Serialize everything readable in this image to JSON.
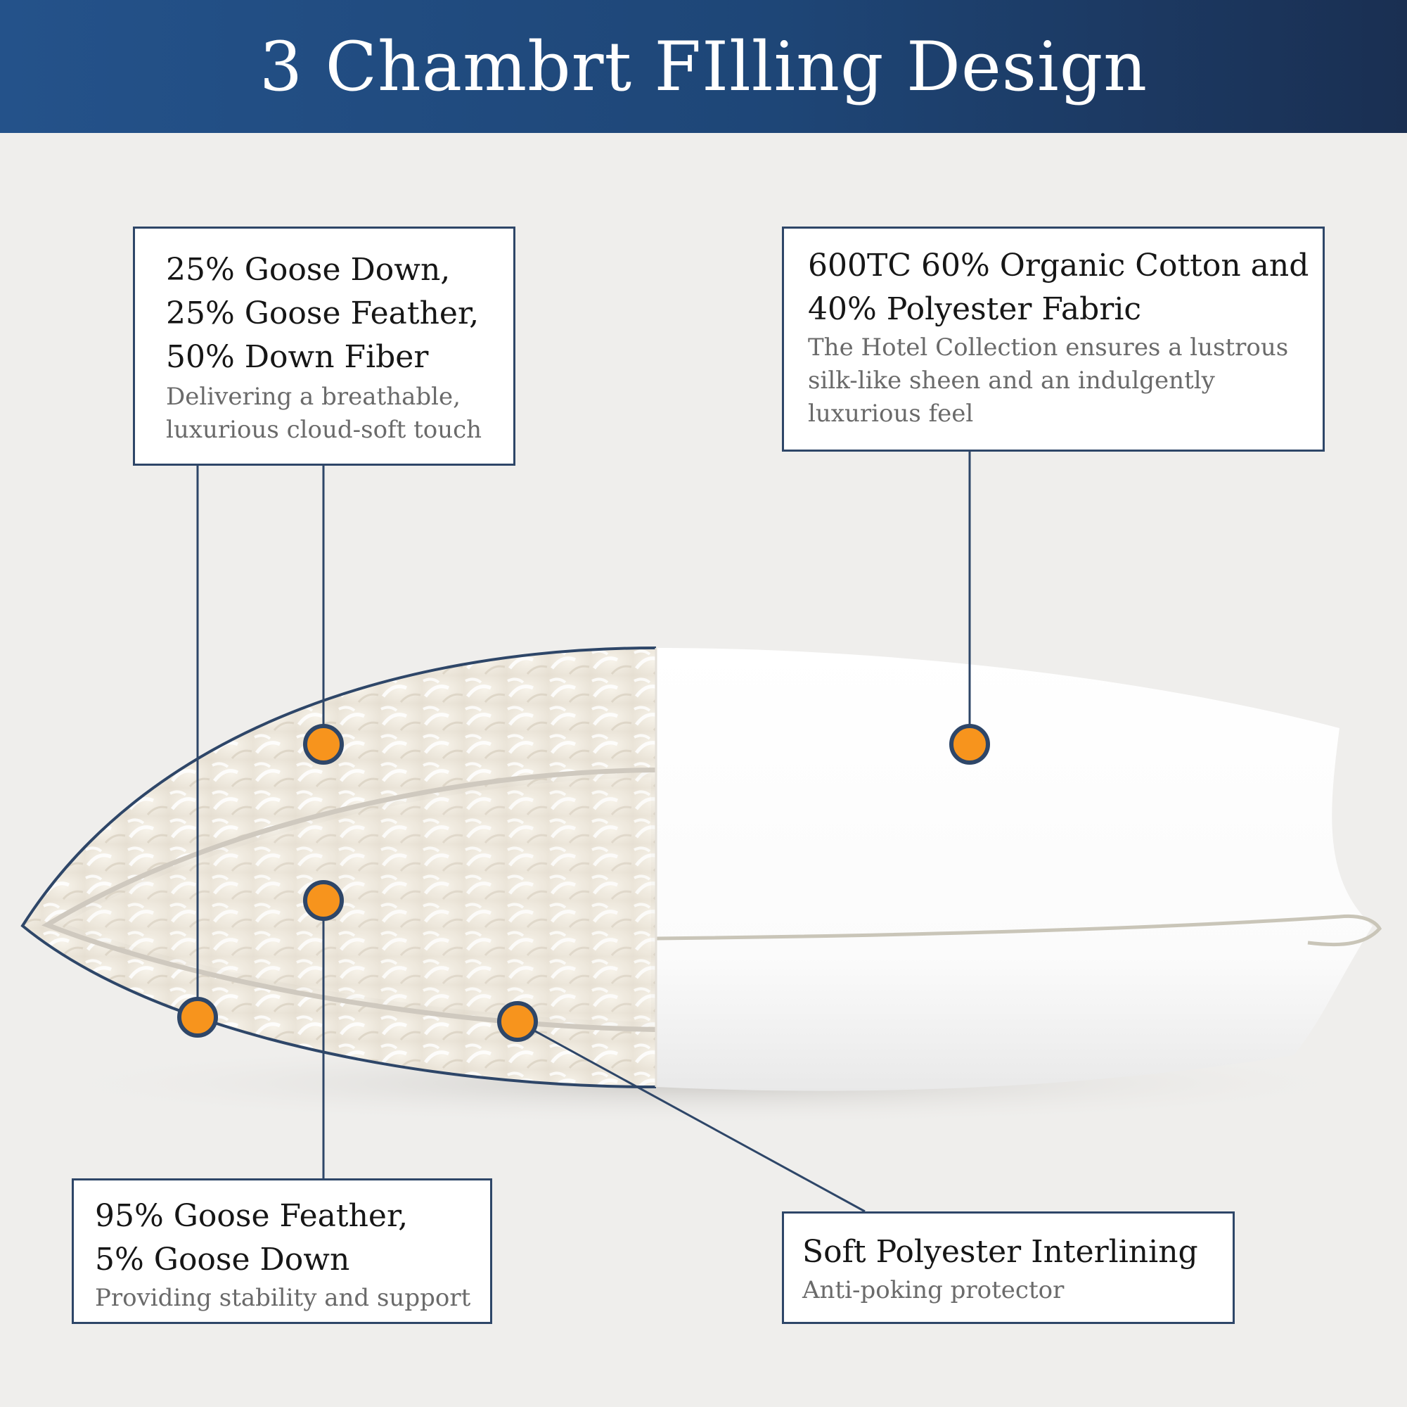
{
  "title": "3 Chambrt FIlling Design",
  "colors": {
    "banner": "#1e4677",
    "accent_dot": "#f7941d",
    "line": "#2e4668",
    "box_border": "#2e4668",
    "background": "#efeeec"
  },
  "callouts": {
    "outer_fill": {
      "lines": [
        "25% Goose Down,",
        "25% Goose Feather,",
        "50% Down Fiber"
      ],
      "desc": [
        "Delivering a breathable,",
        "luxurious cloud-soft touch"
      ]
    },
    "fabric": {
      "lines": [
        "600TC 60% Organic Cotton and",
        "40% Polyester Fabric"
      ],
      "desc": [
        "The Hotel Collection ensures a lustrous",
        "silk-like sheen and an indulgently",
        "luxurious feel"
      ]
    },
    "core_fill": {
      "lines": [
        "95% Goose Feather,",
        "5% Goose Down"
      ],
      "desc": [
        "Providing stability and support"
      ]
    },
    "interlining": {
      "lines": [
        "Soft Polyester Interlining"
      ],
      "desc": [
        "Anti-poking protector"
      ]
    }
  }
}
